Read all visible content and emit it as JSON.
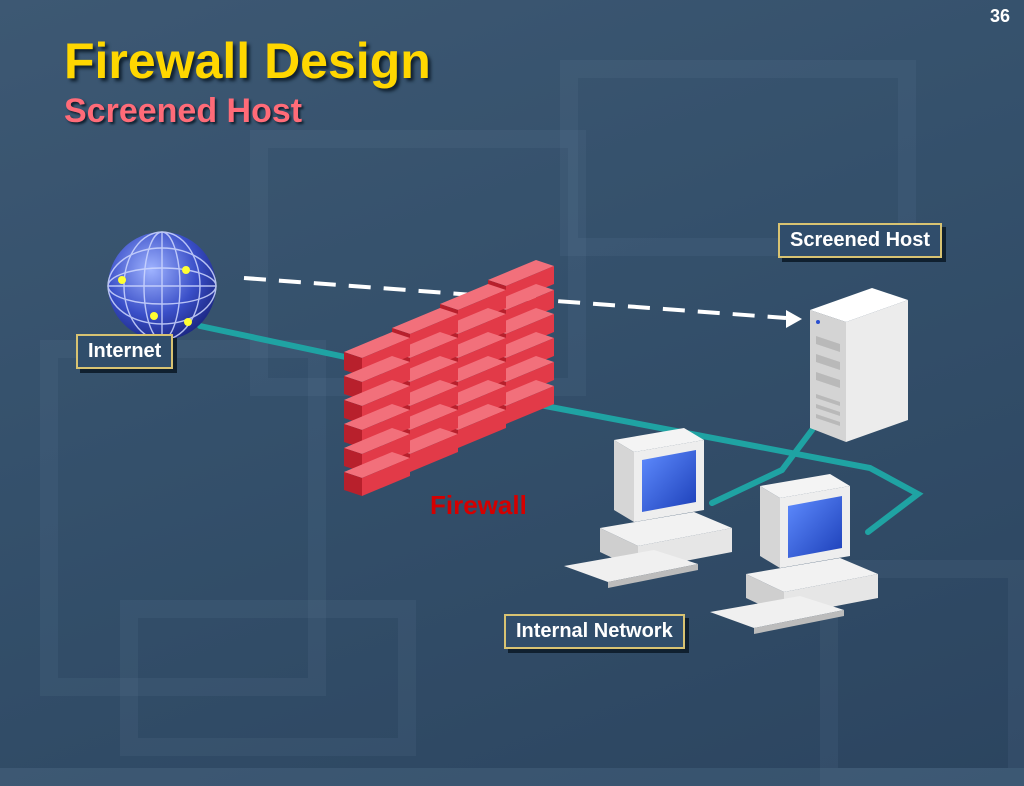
{
  "slide": {
    "number": "36",
    "title": "Firewall Design",
    "subtitle": "Screened Host"
  },
  "labels": {
    "internet": "Internet",
    "screened_host": "Screened Host",
    "firewall": "Firewall",
    "internal_network": "Internal Network"
  },
  "colors": {
    "title": "#ffd700",
    "subtitle": "#ff6b78",
    "firewall_label": "#d40000",
    "network_line": "#1fa3a3",
    "brick": "#e23a48",
    "label_border": "#d8c372"
  },
  "icons": [
    "globe-icon",
    "firewall-brick-wall-icon",
    "server-tower-icon",
    "desktop-computer-icon"
  ]
}
